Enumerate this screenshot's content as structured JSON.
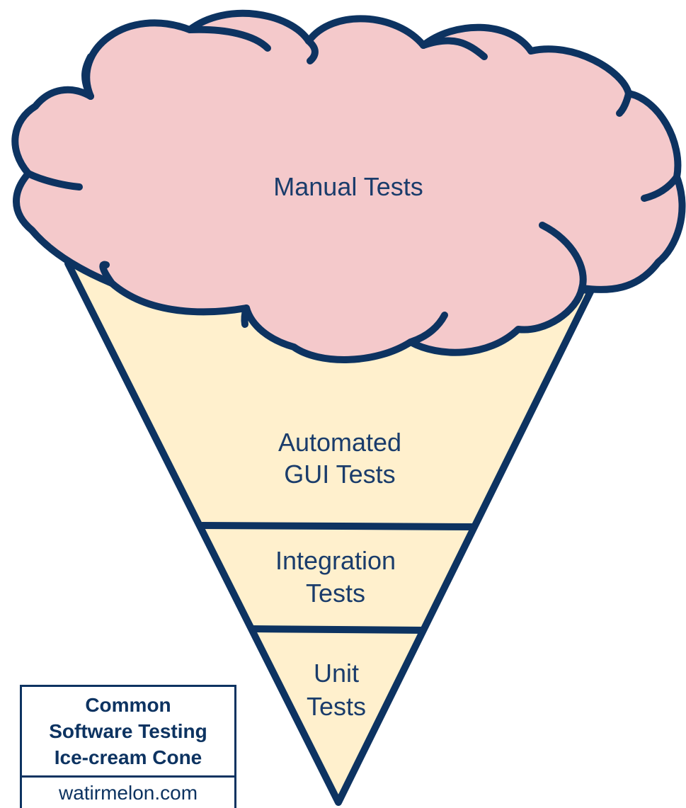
{
  "colors": {
    "outline": "#0d3361",
    "text": "#1a3c6b",
    "cone_fill": "#fff0cd",
    "cloud_fill": "#f4c9cb",
    "background": "#ffffff"
  },
  "diagram": {
    "top_layer": {
      "label": "Manual Tests"
    },
    "layers": [
      {
        "lines": [
          "Automated",
          "GUI Tests"
        ]
      },
      {
        "lines": [
          "Integration",
          "Tests"
        ]
      },
      {
        "lines": [
          "Unit",
          "Tests"
        ]
      }
    ]
  },
  "caption": {
    "title_lines": [
      "Common",
      "Software Testing",
      "Ice-cream Cone"
    ],
    "site": "watirmelon.com"
  }
}
